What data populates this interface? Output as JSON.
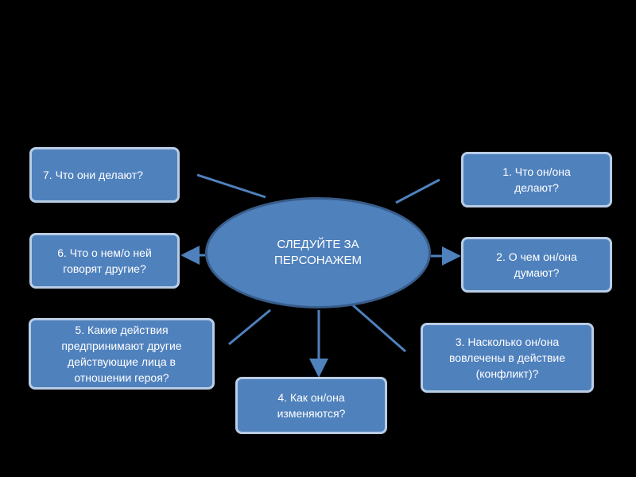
{
  "center": {
    "label_line1": "СЛЕДУЙТЕ ЗА",
    "label_line2": "ПЕРСОНАЖЕМ"
  },
  "nodes": [
    {
      "id": "q1",
      "line1": "1. Что он/она",
      "line2": "делают?"
    },
    {
      "id": "q2",
      "line1": "2. О чем он/она",
      "line2": "думают?"
    },
    {
      "id": "q3",
      "line1": "3. Насколько он/она",
      "line2": "вовлечены в действие",
      "line3": "(конфликт)?"
    },
    {
      "id": "q4",
      "line1": "4. Как он/она",
      "line2": "изменяются?"
    },
    {
      "id": "q5",
      "line1": "5. Какие действия",
      "line2": "предпринимают другие",
      "line3": "действующие лица в",
      "line4": "отношении героя?"
    },
    {
      "id": "q6",
      "line1": "6. Что о нем/о ней",
      "line2": "говорят другие?"
    },
    {
      "id": "q7",
      "line1": "7. Что они делают?"
    }
  ],
  "colors": {
    "box_fill": "#4F81BD",
    "box_border": "#B9CDE5",
    "connector": "#4F81BD",
    "background": "#000000"
  }
}
